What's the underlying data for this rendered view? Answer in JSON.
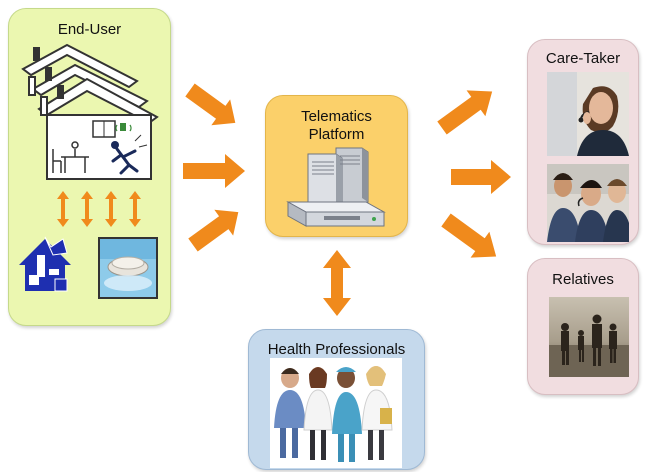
{
  "end_user": {
    "title": "End-User"
  },
  "telematics": {
    "title_line1": "Telematics",
    "title_line2": "Platform"
  },
  "care_taker": {
    "title": "Care-Taker"
  },
  "relatives": {
    "title": "Relatives"
  },
  "health": {
    "title": "Health Professionals"
  },
  "colors": {
    "arrow": "#f08a1c",
    "end_user_bg": "#ebf7b0",
    "telematics_bg": "#fbd06a",
    "care_bg": "#f1dde0",
    "health_bg": "#c5d9ec"
  }
}
